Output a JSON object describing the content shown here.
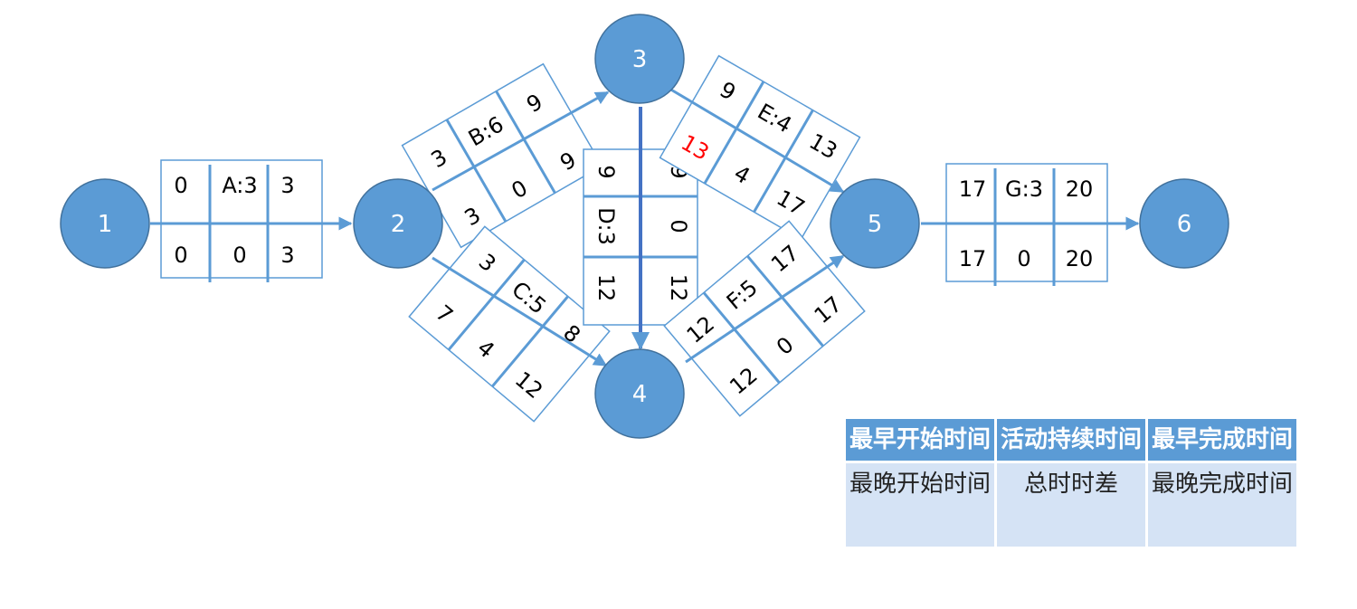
{
  "nodes": [
    {
      "id": "n1",
      "label": "1"
    },
    {
      "id": "n2",
      "label": "2"
    },
    {
      "id": "n3",
      "label": "3"
    },
    {
      "id": "n4",
      "label": "4"
    },
    {
      "id": "n5",
      "label": "5"
    },
    {
      "id": "n6",
      "label": "6"
    }
  ],
  "activities": [
    {
      "id": "A",
      "name": "A:3",
      "es": "0",
      "ef": "3",
      "ls": "0",
      "tf": "0",
      "lf": "3"
    },
    {
      "id": "B",
      "name": "B:6",
      "es": "3",
      "ef": "9",
      "ls": "3",
      "tf": "0",
      "lf": "9"
    },
    {
      "id": "C",
      "name": "C:5",
      "es": "3",
      "ef": "8",
      "ls": "7",
      "tf": "4",
      "lf": "12"
    },
    {
      "id": "D",
      "name": "D:3",
      "es": "9",
      "ef": "9",
      "ls": "0",
      "tf": "12",
      "lf": "12"
    },
    {
      "id": "E",
      "name": "E:4",
      "es": "9",
      "ef": "13",
      "ls": "13",
      "tf": "4",
      "lf": "17"
    },
    {
      "id": "F",
      "name": "F:5",
      "es": "12",
      "ef": "17",
      "ls": "12",
      "tf": "0",
      "lf": "17"
    },
    {
      "id": "G",
      "name": "G:3",
      "es": "17",
      "ef": "20",
      "ls": "17",
      "tf": "0",
      "lf": "20"
    }
  ],
  "legend": {
    "header": [
      "最早开始时间",
      "活动持续时间",
      "最早完成时间"
    ],
    "body": [
      "最晚开始时间",
      "总时时差",
      "最晚完成时间"
    ]
  },
  "colors": {
    "node_fill": "#5b9bd5",
    "node_stroke": "#41719c",
    "arrow": "#5b9bd5",
    "highlight_text": "#ff0000",
    "legend_header": "#5b9bd5",
    "legend_body": "#d5e3f5"
  }
}
